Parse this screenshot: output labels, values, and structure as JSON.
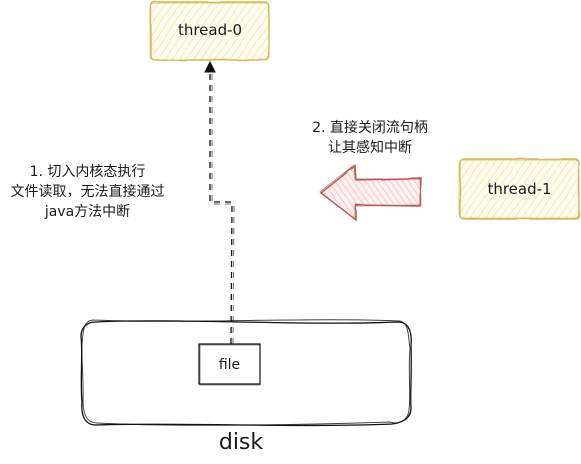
{
  "nodes": {
    "thread0": {
      "label": "thread-0",
      "fill": "#fff2cc",
      "stroke": "#d6b656"
    },
    "thread1": {
      "label": "thread-1",
      "fill": "#fff2cc",
      "stroke": "#d6b656"
    },
    "file": {
      "label": "file"
    },
    "disk": {
      "label": "disk"
    }
  },
  "notes": {
    "step1": "1. 切入内核态执行\n文件读取，无法直接通过\njava方法中断",
    "step2": "2. 直接关闭流句柄\n让其感知中断"
  },
  "arrow": {
    "fill": "#f8cecc",
    "stroke": "#b85450"
  }
}
